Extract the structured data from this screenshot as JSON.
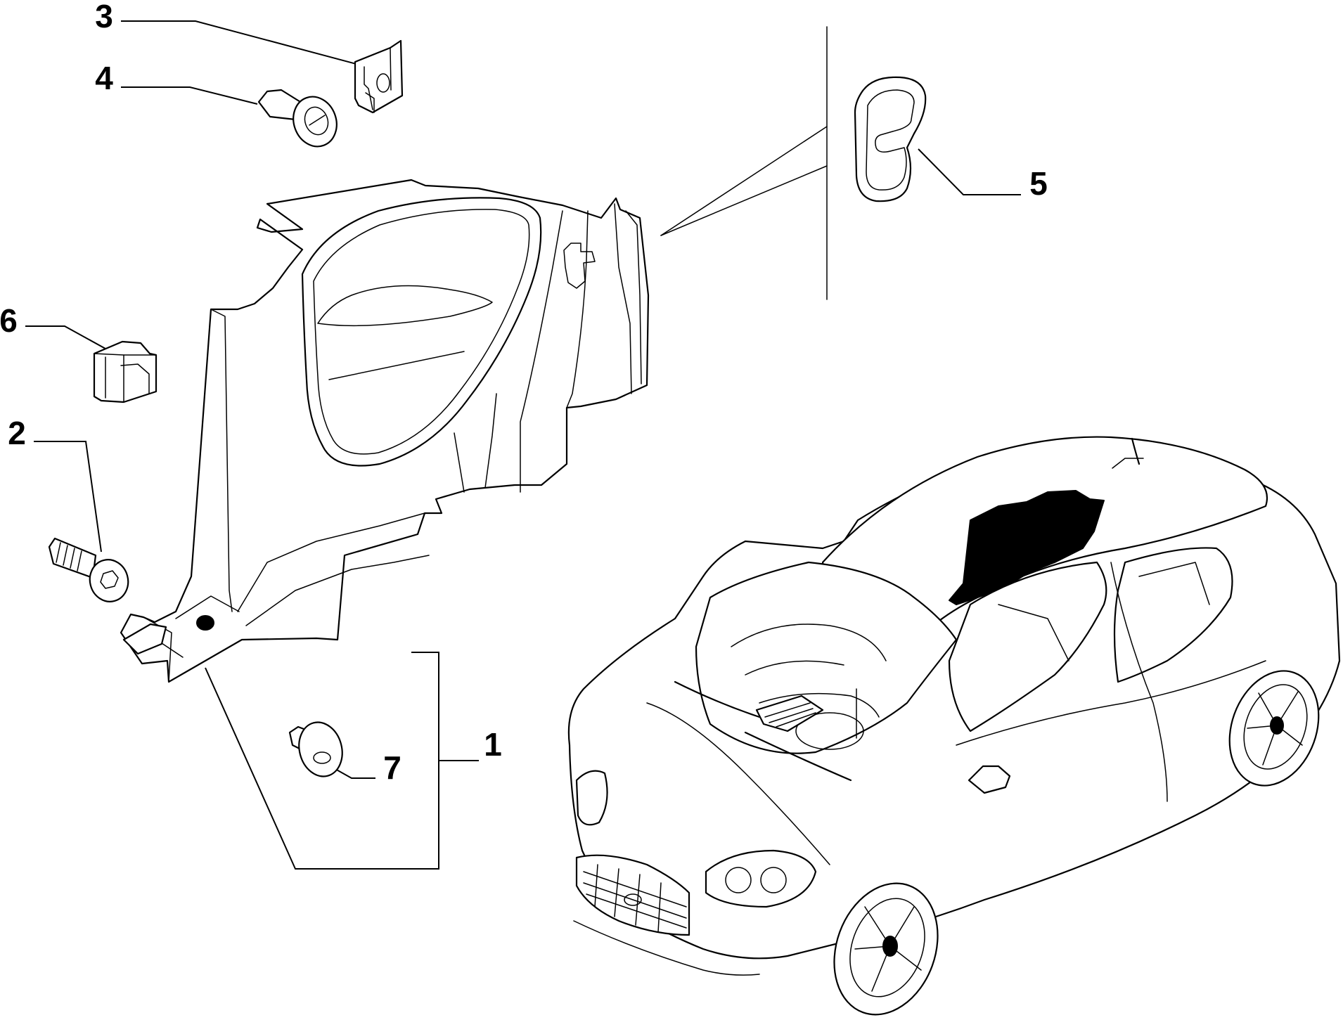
{
  "callouts": [
    "1",
    "2",
    "3",
    "4",
    "5",
    "6",
    "7"
  ]
}
